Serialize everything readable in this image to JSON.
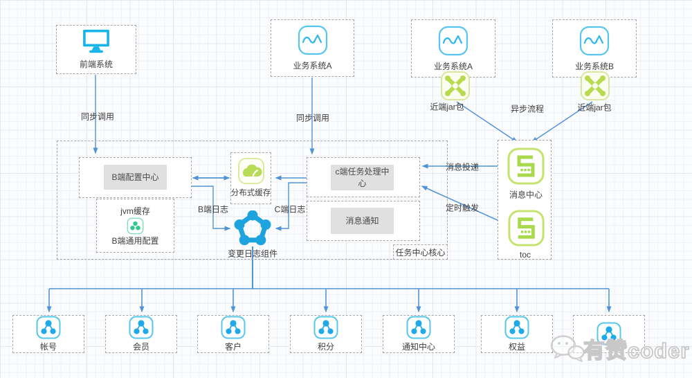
{
  "nodes": {
    "frontend": "前端系统",
    "biz_a1": "业务系统A",
    "biz_a2": "业务系统A",
    "biz_b": "业务系统B",
    "jar1": "近端jar包",
    "jar2": "近端jar包",
    "config_center": "B端配置中心",
    "jvm_cache": "jvm缓存",
    "b_common_config": "B端通用配置",
    "dist_cache": "分布式缓存",
    "c_task_center": "c端任务处理中心",
    "msg_notify": "消息通知",
    "core_tag": "任务中心核心",
    "changelog": "变更日志组件",
    "msg_center": "消息中心",
    "toc": "toc"
  },
  "edges": {
    "sync_call_1": "同步调用",
    "sync_call_2": "同步调用",
    "async_flow": "异步流程",
    "msg_delivery": "消息投递",
    "timed_trigger": "定时触发",
    "b_log": "B端日志",
    "c_log": "C端日志"
  },
  "bottom_nodes": [
    {
      "label": "帐号"
    },
    {
      "label": "会员"
    },
    {
      "label": "客户"
    },
    {
      "label": "积分"
    },
    {
      "label": "通知中心"
    },
    {
      "label": "权益"
    },
    {
      "label": ""
    }
  ],
  "watermark": {
    "text": "有赞coder"
  },
  "colors": {
    "node_blue": "#1fb0e8",
    "lime_green": "#b5da52",
    "mint_green": "#2ecb8f",
    "arrow_blue": "#4f94d8"
  }
}
